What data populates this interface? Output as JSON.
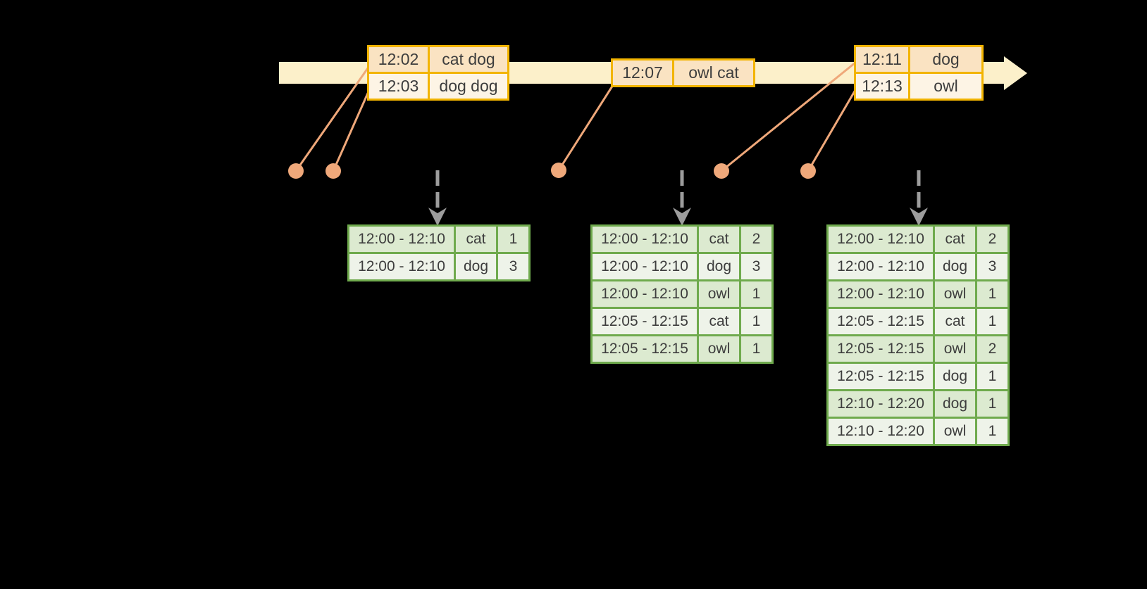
{
  "colors": {
    "background": "#000000",
    "timeline_band": "#fcf0ca",
    "event_table_border": "#f2b400",
    "event_row_dark": "#fae3c2",
    "event_row_light": "#fdf4e5",
    "connector_salmon": "#efa87a",
    "trigger_arrow_gray": "#9d9d9d",
    "result_table_border": "#6faa4d",
    "result_row_dark": "#dcead0",
    "result_row_light": "#eef3e9",
    "text": "#3d3d3d"
  },
  "icons": {
    "timeline_arrow": "right-pointing block arrow (pale yellow band)",
    "event_marker": "filled salmon circle with connector line",
    "trigger_arrow": "gray dashed arrow pointing down"
  },
  "timeline": {
    "event_groups": [
      {
        "rows": [
          {
            "time": "12:02",
            "words": "cat dog"
          },
          {
            "time": "12:03",
            "words": "dog dog"
          }
        ]
      },
      {
        "rows": [
          {
            "time": "12:07",
            "words": "owl cat"
          }
        ]
      },
      {
        "rows": [
          {
            "time": "12:11",
            "words": "dog"
          },
          {
            "time": "12:13",
            "words": "owl"
          }
        ]
      }
    ]
  },
  "result_tables": [
    {
      "rows": [
        {
          "window": "12:00 - 12:10",
          "word": "cat",
          "count": 1
        },
        {
          "window": "12:00 - 12:10",
          "word": "dog",
          "count": 3
        }
      ]
    },
    {
      "rows": [
        {
          "window": "12:00 - 12:10",
          "word": "cat",
          "count": 2
        },
        {
          "window": "12:00 - 12:10",
          "word": "dog",
          "count": 3
        },
        {
          "window": "12:00 - 12:10",
          "word": "owl",
          "count": 1
        },
        {
          "window": "12:05 - 12:15",
          "word": "cat",
          "count": 1
        },
        {
          "window": "12:05 - 12:15",
          "word": "owl",
          "count": 1
        }
      ]
    },
    {
      "rows": [
        {
          "window": "12:00 - 12:10",
          "word": "cat",
          "count": 2
        },
        {
          "window": "12:00 - 12:10",
          "word": "dog",
          "count": 3
        },
        {
          "window": "12:00 - 12:10",
          "word": "owl",
          "count": 1
        },
        {
          "window": "12:05 - 12:15",
          "word": "cat",
          "count": 1
        },
        {
          "window": "12:05 - 12:15",
          "word": "owl",
          "count": 2
        },
        {
          "window": "12:05 - 12:15",
          "word": "dog",
          "count": 1
        },
        {
          "window": "12:10 - 12:20",
          "word": "dog",
          "count": 1
        },
        {
          "window": "12:10 - 12:20",
          "word": "owl",
          "count": 1
        }
      ]
    }
  ]
}
